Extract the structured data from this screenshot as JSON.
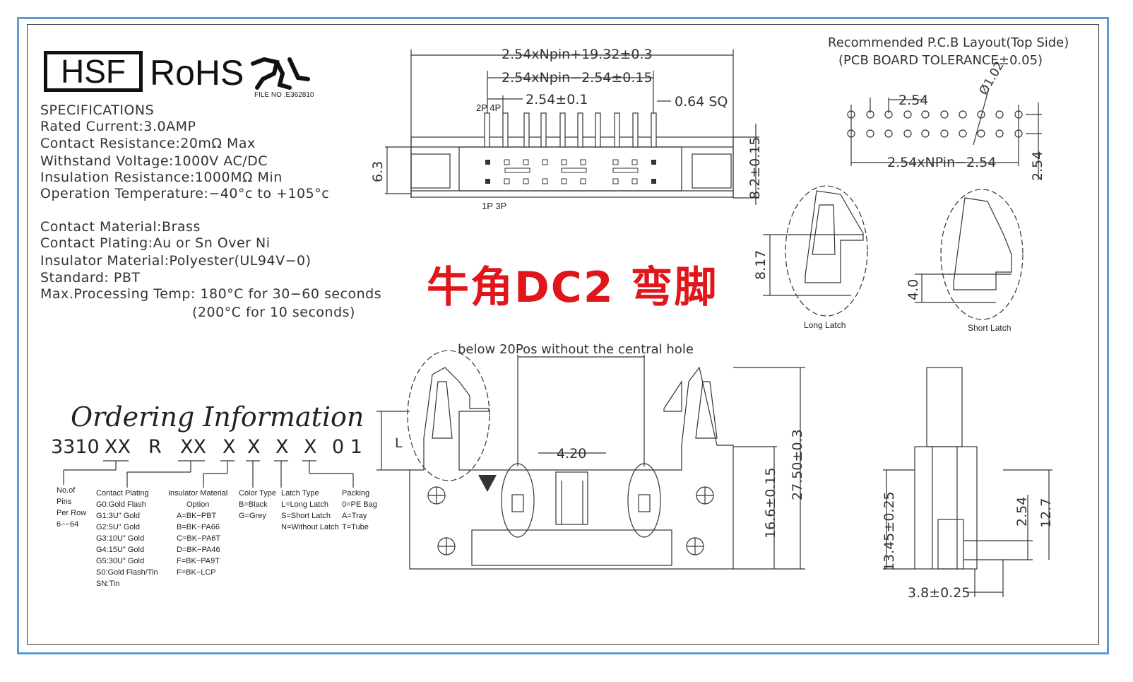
{
  "logos": {
    "hsf": "HSF",
    "rohs": "RoHS",
    "ul_file": "FILE NO :E362810"
  },
  "specs": {
    "heading": "SPECIFICATIONS",
    "lines": [
      "Rated  Current:3.0AMP",
      "Contact  Resistance:20mΩ  Max",
      "Withstand  Voltage:1000V  AC/DC",
      "Insulation  Resistance:1000MΩ  Min",
      "Operation  Temperature:−40°c  to  +105°c"
    ],
    "lines2": [
      "Contact  Material:Brass",
      "Contact  Plating:Au  or  Sn  Over  Ni",
      "Insulator  Material:Polyester(UL94V−0)",
      "Standard:              PBT",
      "Max.Processing  Temp:  180°C  for  30−60  seconds",
      "(200°C  for  10  seconds)"
    ]
  },
  "title": "牛角DC2 弯脚",
  "ordering": {
    "heading": "Ordering Information",
    "code": [
      "3310",
      "XX",
      "R",
      "XX",
      "X",
      "X",
      "X",
      "X",
      "0 1"
    ],
    "pins": [
      "No.of",
      "Pins",
      "Per Row",
      "6−−64"
    ],
    "plating": [
      "Contact  Plating",
      "G0:Gold  Flash",
      "G1:3U\"  Gold",
      "G2:5U\"  Gold",
      "G3:10U\"  Gold",
      "G4:15U\"  Gold",
      "G5:30U\"  Gold",
      "S0:Gold  Flash/Tin",
      "SN:Tin"
    ],
    "insulator": [
      "Insulator  Material",
      "Option",
      "A=BK−PBT",
      "B=BK−PA66",
      "C=BK−PA6T",
      "D=BK−PA46",
      "F=BK−PA9T",
      "F=BK−LCP"
    ],
    "color": [
      "Color  Type",
      "B=Black",
      "G=Grey"
    ],
    "latch": [
      "Latch  Type",
      "L=Long  Latch",
      "S=Short  Latch",
      "N=Without  Latch"
    ],
    "packing": [
      "Packing",
      "0=PE  Bag",
      "A=Tray",
      "T=Tube"
    ]
  },
  "pcb": {
    "title": "Recommended  P.C.B  Layout(Top  Side)",
    "tolerance": "(PCB  BOARD  TOLERANCE±0.05)",
    "pitch": "2.54",
    "hole": "Ø1.02",
    "span": "2.54xNPin−2.54",
    "row": "2.54"
  },
  "top_view": {
    "overall": "2.54xNpin+19.32±0.3",
    "inner": "2.54xNpin−2.54±0.15",
    "pitch": "2.54±0.1",
    "pin_sq": "0.64  SQ",
    "height": "6.3",
    "depth": "8.2±0.15",
    "pins_top": "2P  4P",
    "pins_bottom": "1P  3P"
  },
  "latches": {
    "long_label": "Long  Latch",
    "long_dim": "8.17",
    "short_label": "Short  Latch",
    "short_dim": "4.0"
  },
  "front_view": {
    "note": "below  20Pos  without  the  central  hole",
    "key": "4.20",
    "h1": "16.6±0.15",
    "h2": "27.50±0.3",
    "latch_dim": "L"
  },
  "side_view": {
    "h1": "13.45±0.25",
    "pitch": "2.54",
    "h2": "12.7",
    "offset": "3.8±0.25"
  }
}
